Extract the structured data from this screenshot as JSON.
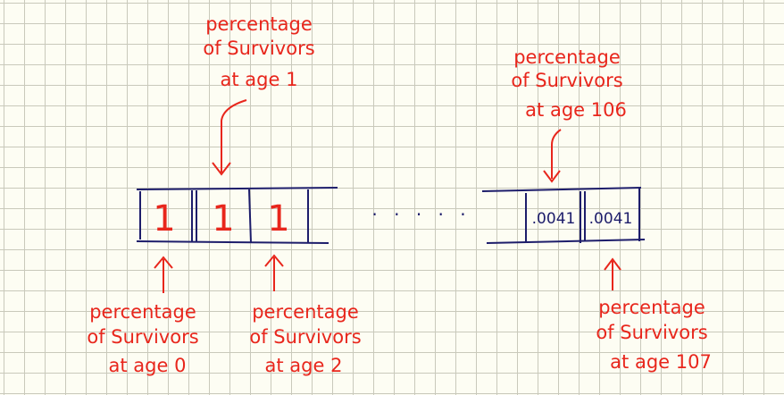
{
  "annotations": {
    "top_age1": [
      "percentage",
      "of Survivors",
      "at age 1"
    ],
    "top_age106": [
      "percentage",
      "of Survivors",
      "at age 106"
    ],
    "bottom_age0": [
      "percentage",
      "of Survivors",
      "at age 0"
    ],
    "bottom_age2": [
      "percentage",
      "of Survivors",
      "at age 2"
    ],
    "bottom_age107": [
      "percentage",
      "of Survivors",
      "at age 107"
    ]
  },
  "array": {
    "left_cells": [
      "1",
      "1",
      "1",
      ""
    ],
    "ellipsis": "· · · · ·",
    "right_cells": [
      ".0041",
      ".0041"
    ]
  },
  "colors": {
    "annotation": "#e8261c",
    "structure": "#1d1d6b",
    "grid": "#c9c9bb",
    "background": "#fdfdf3"
  }
}
